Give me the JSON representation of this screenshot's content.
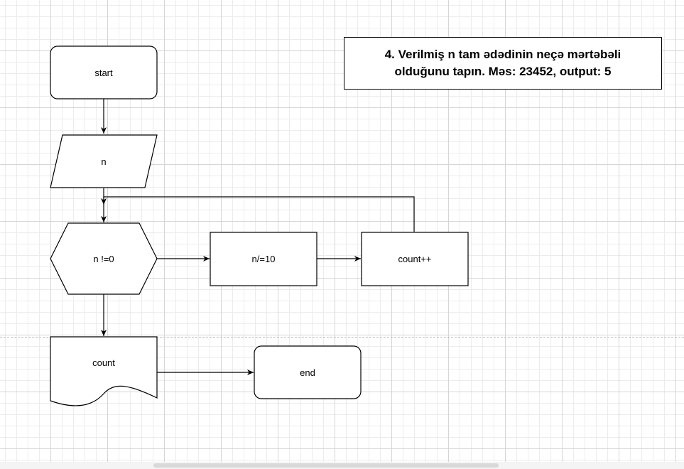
{
  "flowchart": {
    "title": "4. Verilmiş n tam ədədinin neçə mərtəbəli\nolduğunu tapın. Məs: 23452, output: 5",
    "nodes": {
      "start": "start",
      "input": "n",
      "condition": "n !=0",
      "divide": "n/=10",
      "increment": "count++",
      "output": "count",
      "end": "end"
    }
  }
}
